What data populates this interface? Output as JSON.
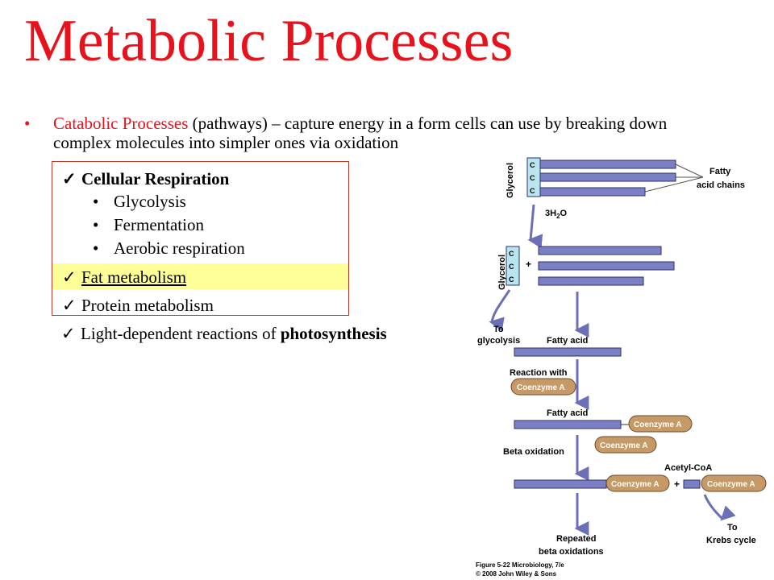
{
  "slide": {
    "title": "Metabolic Processes",
    "bullet_lead": "Catabolic Processes",
    "bullet_rest": " (pathways) – capture energy in a form cells can use by breaking down complex molecules into simpler ones via oxidation",
    "check_glyph": "✓",
    "bullet_glyph": "•",
    "items": {
      "cellular_respiration": "Cellular Respiration",
      "glycolysis": "Glycolysis",
      "fermentation": "Fermentation",
      "aerobic": "Aerobic respiration",
      "fat": "Fat metabolism",
      "protein": "Protein metabolism",
      "light_dep": "Light-dependent reactions of ",
      "photosynthesis": "photosynthesis"
    }
  },
  "figure": {
    "glycerol": "Glycerol",
    "c": "C",
    "fatty_acid_chains_1": "Fatty",
    "fatty_acid_chains_2": "acid chains",
    "water": "3H",
    "water_sub": "2",
    "water_o": "O",
    "plus": "+",
    "to_glycolysis_1": "To",
    "to_glycolysis_2": "glycolysis",
    "fatty_acid": "Fatty acid",
    "reaction_with": "Reaction with",
    "coenzyme_a": "Coenzyme A",
    "beta_oxidation": "Beta oxidation",
    "acetyl_coa": "Acetyl-CoA",
    "to_krebs_1": "To",
    "to_krebs_2": "Krebs cycle",
    "repeated_1": "Repeated",
    "repeated_2": "beta oxidations",
    "caption_1": "Figure 5-22  Microbiology, 7/e",
    "caption_2": "© 2008 John Wiley & Sons",
    "colors": {
      "segment": "#7b7fc4",
      "segment_border": "#2c2f6b",
      "glycerol_box": "#b8e6ef",
      "coenzyme": "#c69a66",
      "arrow": "#6b6fb8"
    }
  }
}
